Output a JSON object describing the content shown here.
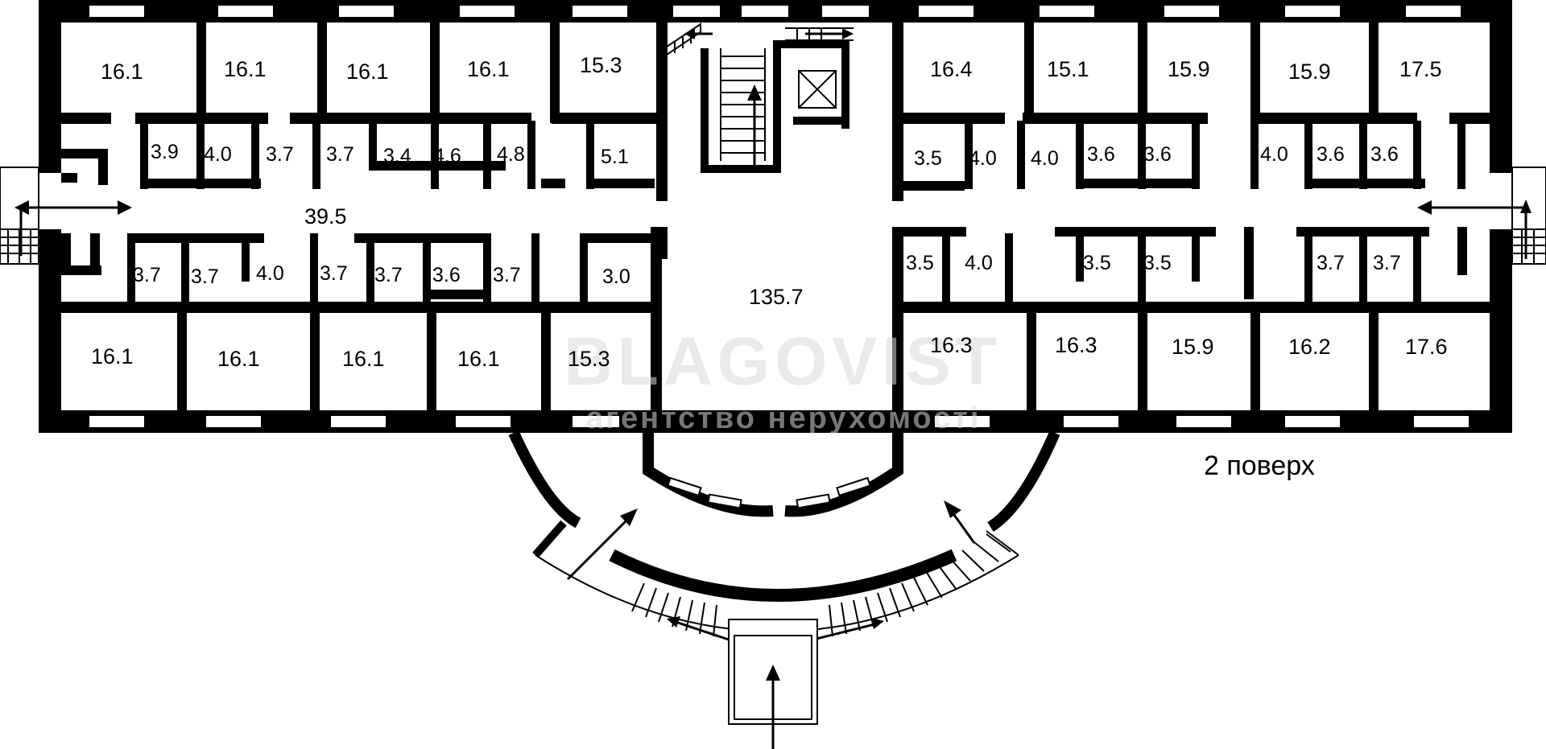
{
  "floor_label": "2 поверх",
  "watermark": {
    "brand": "BLAGOVIST",
    "tagline": "агентство нерухомості"
  },
  "rooms": {
    "top_left": [
      "16.1",
      "16.1",
      "16.1",
      "16.1",
      "15.3"
    ],
    "top_right": [
      "16.4",
      "15.1",
      "15.9",
      "15.9",
      "17.5"
    ],
    "bottom_left": [
      "16.1",
      "16.1",
      "16.1",
      "16.1",
      "15.3"
    ],
    "bottom_right": [
      "16.3",
      "16.3",
      "15.9",
      "16.2",
      "17.6"
    ],
    "small_top_left": [
      "3.9",
      "4.0",
      "3.7",
      "3.7",
      "3.4",
      "4.6",
      "4.8",
      "5.1"
    ],
    "small_top_right": [
      "3.5",
      "4.0",
      "4.0",
      "3.6",
      "3.6",
      "4.0",
      "3.6",
      "3.6"
    ],
    "small_bottom_left": [
      "3.7",
      "3.7",
      "4.0",
      "3.7",
      "3.7",
      "3.6",
      "3.7",
      "3.0"
    ],
    "small_bottom_right": [
      "3.5",
      "4.0",
      "3.5",
      "3.5",
      "3.7",
      "3.7"
    ],
    "corridor": "39.5",
    "hall": "135.7"
  },
  "icons": [
    "stair-arrow-icon",
    "elevator-icon",
    "entrance-arrow-icon"
  ]
}
